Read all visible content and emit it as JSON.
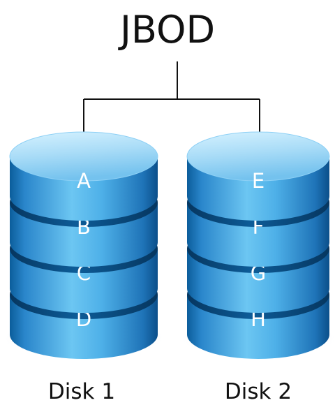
{
  "title": "JBOD",
  "disks": [
    {
      "label": "Disk 1",
      "segments": [
        "A",
        "B",
        "C",
        "D"
      ]
    },
    {
      "label": "Disk 2",
      "segments": [
        "E",
        "F",
        "G",
        "H"
      ]
    }
  ],
  "colors": {
    "disk_light": "#cdeefe",
    "disk_mid": "#4fb3ea",
    "disk_dark": "#0b5d9b",
    "disk_gap": "#08467a",
    "connector": "#111111"
  }
}
